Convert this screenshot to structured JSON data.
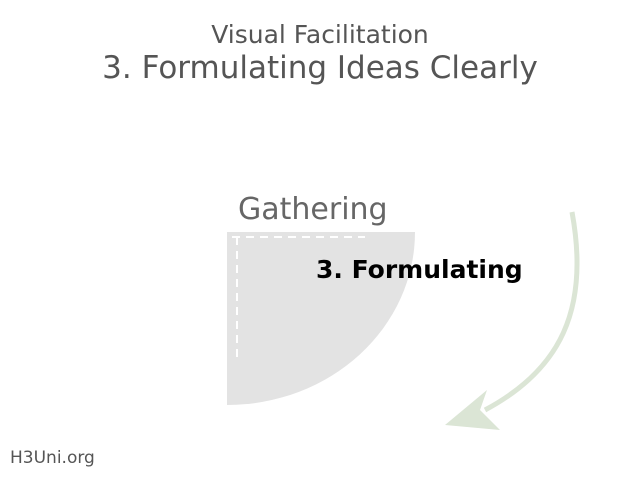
{
  "slide": {
    "subtitle": "Visual Facilitation",
    "title": "3. Formulating Ideas Clearly",
    "gathering_label": "Gathering",
    "formulating_label": "3. Formulating",
    "footer": "H3Uni.org"
  },
  "colors": {
    "quadrant": "#e3e3e3",
    "arrow": "#dbe5d5"
  }
}
